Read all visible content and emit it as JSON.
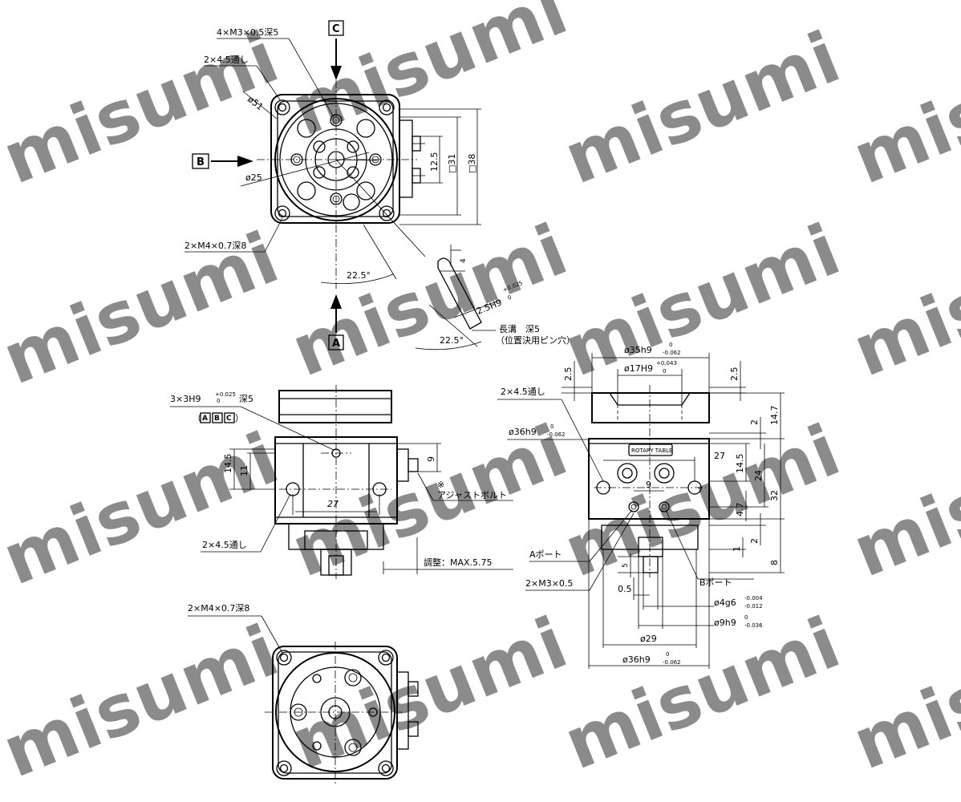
{
  "watermark": "misumi",
  "view_labels": {
    "a": "A",
    "b": "B",
    "c": "C"
  },
  "top_view": {
    "tapped_holes_top": "4×M3×0.5深5",
    "through_holes": "2×4.5通し",
    "dia_51": "ø51",
    "dia_25": "ø25",
    "tapped_holes_bottom": "2×M4×0.7深8",
    "angle_left": "22.5°",
    "dim_12_5": "12.5",
    "dim_31": "□31",
    "dim_38": "□38"
  },
  "slot_detail": {
    "dim_4": "4",
    "fit": "2.5H9",
    "fit_upper": "+0.025",
    "fit_lower": "0",
    "angle": "22.5°",
    "note_line1": "長溝　深5",
    "note_line2": "（位置決用ピン穴）"
  },
  "front_view": {
    "pin_holes": "3×3H9",
    "pin_upper": "+0.025",
    "pin_lower": "0",
    "pin_depth": "深5",
    "pin_refs": [
      "A",
      "B",
      "C"
    ],
    "dim_14_5": "14.5",
    "dim_11": "11",
    "dim_27": "27",
    "dim_9": "9",
    "adjust_mark": "※",
    "adjust_bolt": "アジャストボルト",
    "through_holes": "2×4.5通し",
    "adjust_range": "調整：MAX.5.75"
  },
  "side_view": {
    "dia_35": "ø35h9",
    "dia_35_upper": "0",
    "dia_35_lower": "-0.062",
    "dia_17": "ø17H9",
    "dia_17_upper": "+0.043",
    "dia_17_lower": "0",
    "dim_2_5_left": "2.5",
    "dim_2_5_right": "2.5",
    "through_holes": "2×4.5通し",
    "dim_14_7": "14.7",
    "dim_2_top": "2",
    "dia_36_top": "ø36h9",
    "dia_36_top_upper": "0",
    "dia_36_top_lower": "-0.062",
    "label_plate": "ROTARY TABLE",
    "dim_27": "27",
    "dim_9": "9",
    "dim_14_5": "14.5",
    "dim_24": "24",
    "dim_32": "32",
    "dim_4_7": "4.7",
    "dim_2_bottom": "2",
    "dim_1": "1",
    "dim_8": "8",
    "port_a": "Aポート",
    "port_b": "Bポート",
    "port_thread": "2×M3×0.5",
    "dim_5": "5",
    "dim_0_5": "0.5",
    "dia_4": "ø4g6",
    "dia_4_upper": "-0.004",
    "dia_4_lower": "-0.012",
    "dia_9": "ø9h9",
    "dia_9_upper": "0",
    "dia_9_lower": "-0.036",
    "dia_29": "ø29",
    "dia_36_bottom": "ø36h9",
    "dia_36_bottom_upper": "0",
    "dia_36_bottom_lower": "-0.062"
  },
  "bottom_view": {
    "tapped_holes": "2×M4×0.7深8"
  }
}
